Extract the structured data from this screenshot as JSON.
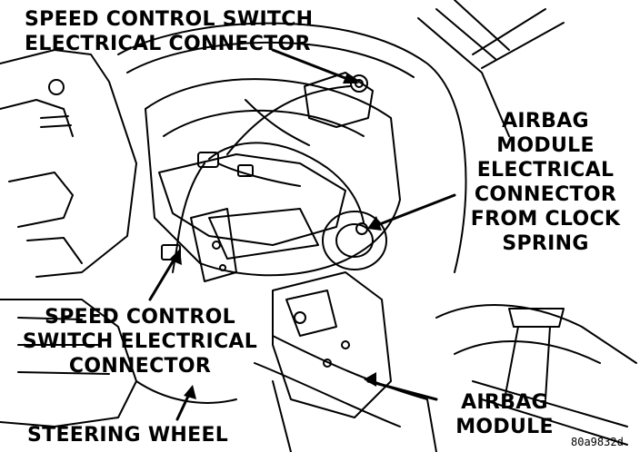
{
  "diagram": {
    "labels": {
      "speed_control_top": [
        "SPEED CONTROL SWITCH",
        "ELECTRICAL CONNECTOR"
      ],
      "airbag_connector": [
        "AIRBAG",
        "MODULE",
        "ELECTRICAL",
        "CONNECTOR",
        "FROM CLOCK",
        "SPRING"
      ],
      "speed_control_bottom": [
        "SPEED CONTROL",
        "SWITCH ELECTRICAL",
        "CONNECTOR"
      ],
      "steering_wheel": "STEERING WHEEL",
      "airbag_module": [
        "AIRBAG",
        "MODULE"
      ]
    },
    "figure_code": "80a9832d"
  }
}
